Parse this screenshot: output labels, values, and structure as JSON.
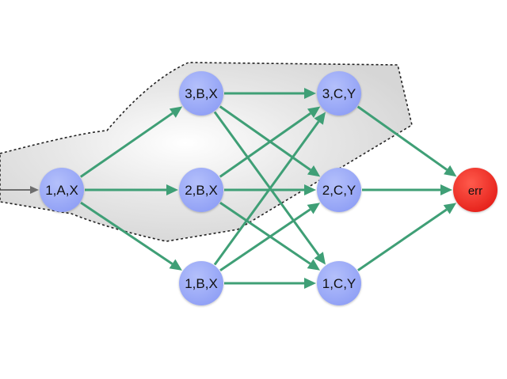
{
  "nodes": [
    {
      "id": "n1AX",
      "label": "1,A,X",
      "kind": "state"
    },
    {
      "id": "n3BX",
      "label": "3,B,X",
      "kind": "state"
    },
    {
      "id": "n2BX",
      "label": "2,B,X",
      "kind": "state"
    },
    {
      "id": "n1BX",
      "label": "1,B,X",
      "kind": "state"
    },
    {
      "id": "n3CY",
      "label": "3,C,Y",
      "kind": "state"
    },
    {
      "id": "n2CY",
      "label": "2,C,Y",
      "kind": "state"
    },
    {
      "id": "n1CY",
      "label": "1,C,Y",
      "kind": "state"
    },
    {
      "id": "err",
      "label": "err",
      "kind": "error"
    }
  ],
  "edges": [
    {
      "from": "start",
      "to": "n1AX",
      "kind": "entry"
    },
    {
      "from": "n1AX",
      "to": "n3BX",
      "kind": "transition"
    },
    {
      "from": "n1AX",
      "to": "n2BX",
      "kind": "transition"
    },
    {
      "from": "n1AX",
      "to": "n1BX",
      "kind": "transition"
    },
    {
      "from": "n3BX",
      "to": "n3CY",
      "kind": "transition"
    },
    {
      "from": "n3BX",
      "to": "n2CY",
      "kind": "transition"
    },
    {
      "from": "n3BX",
      "to": "n1CY",
      "kind": "transition"
    },
    {
      "from": "n2BX",
      "to": "n3CY",
      "kind": "transition"
    },
    {
      "from": "n2BX",
      "to": "n2CY",
      "kind": "transition"
    },
    {
      "from": "n2BX",
      "to": "n1CY",
      "kind": "transition"
    },
    {
      "from": "n1BX",
      "to": "n3CY",
      "kind": "transition"
    },
    {
      "from": "n1BX",
      "to": "n2CY",
      "kind": "transition"
    },
    {
      "from": "n1BX",
      "to": "n1CY",
      "kind": "transition"
    },
    {
      "from": "n3CY",
      "to": "err",
      "kind": "transition"
    },
    {
      "from": "n2CY",
      "to": "err",
      "kind": "transition"
    },
    {
      "from": "n1CY",
      "to": "err",
      "kind": "transition"
    }
  ],
  "highlight_region": {
    "members": [
      "n1AX",
      "n3BX",
      "n2BX",
      "n3CY"
    ]
  },
  "colors": {
    "state_fill": "#8f9ff5",
    "error_fill": "#f0261c",
    "edge": "#3f9f76",
    "entry_edge": "#6e6e6e",
    "region_fill": "#d9d9d9",
    "region_border": "#222222"
  }
}
